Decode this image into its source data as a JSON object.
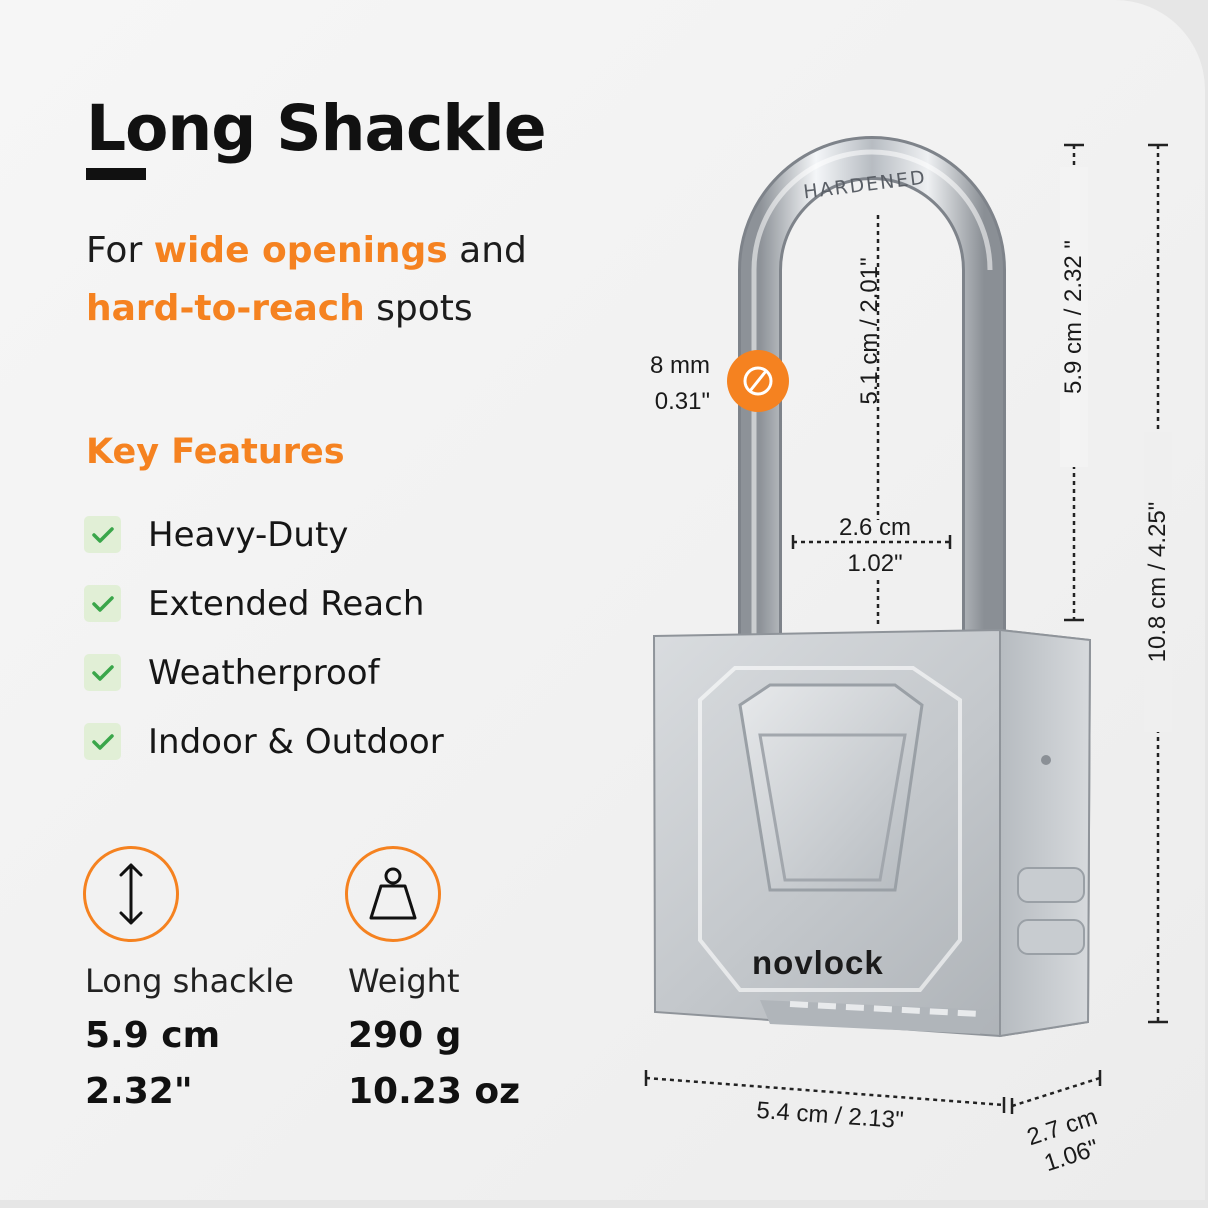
{
  "title": "Long Shackle",
  "subtitle": {
    "part1": "For ",
    "highlight1": "wide openings",
    "part2": " and",
    "highlight2": "hard-to-reach",
    "part3": " spots"
  },
  "features_heading": "Key Features",
  "features": [
    {
      "label": "Heavy-Duty"
    },
    {
      "label": "Extended Reach"
    },
    {
      "label": "Weatherproof"
    },
    {
      "label": "Indoor & Outdoor"
    }
  ],
  "specs": [
    {
      "icon": "vertical-arrow-icon",
      "label": "Long shackle",
      "value1": "5.9 cm",
      "value2": "2.32\""
    },
    {
      "icon": "weight-icon",
      "label": "Weight",
      "value1": "290 g",
      "value2": "10.23 oz"
    }
  ],
  "lock": {
    "brand": "novlock",
    "shackle_stamp": "HARDENED",
    "dimensions": {
      "shackle_diameter_mm": "8 mm",
      "shackle_diameter_in": "0.31\"",
      "inner_height": "5.1 cm  / 2.01\"",
      "shackle_height": "5.9 cm / 2.32 \"",
      "total_height": "10.8 cm / 4.25\"",
      "inner_width_cm": "2.6 cm",
      "inner_width_in": "1.02\"",
      "body_width": "5.4 cm / 2.13\"",
      "depth_cm": "2.7 cm",
      "depth_in": "1.06\""
    }
  },
  "colors": {
    "accent": "#f58220",
    "check_bg": "#e1efd6",
    "check": "#3aa64a",
    "text": "#111111",
    "background": "#f3f3f3"
  }
}
